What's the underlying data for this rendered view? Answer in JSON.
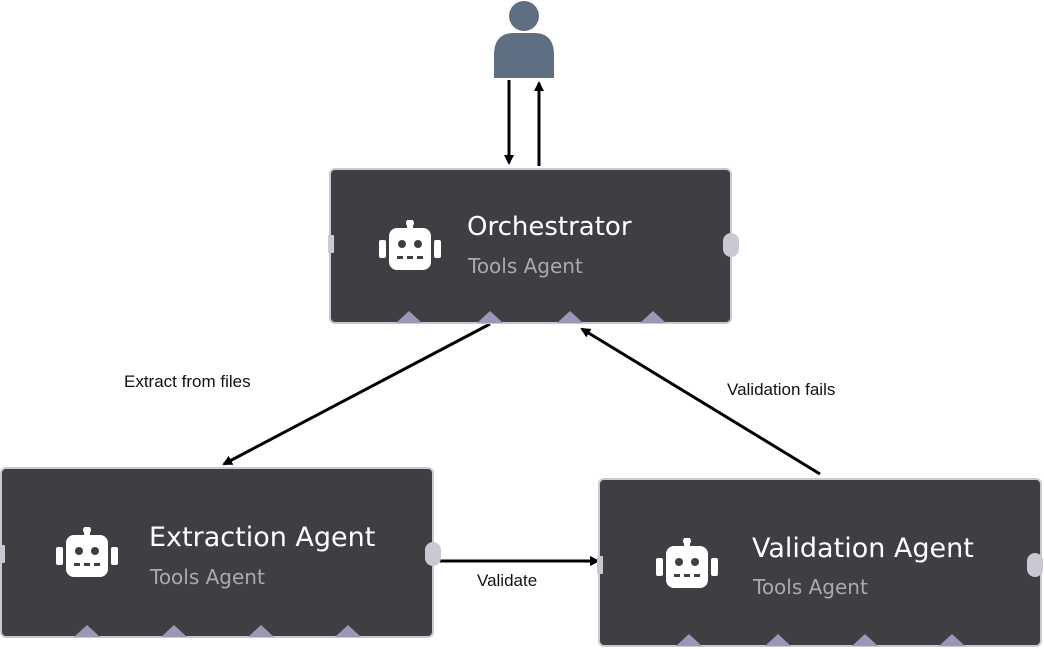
{
  "user": {
    "icon": "user-icon"
  },
  "nodes": {
    "orchestrator": {
      "title": "Orchestrator",
      "subtitle": "Tools Agent",
      "icon": "robot-icon"
    },
    "extraction": {
      "title": "Extraction Agent",
      "subtitle": "Tools Agent",
      "icon": "robot-icon"
    },
    "validation": {
      "title": "Validation Agent",
      "subtitle": "Tools Agent",
      "icon": "robot-icon"
    }
  },
  "edges": {
    "extract": "Extract from files",
    "validate": "Validate",
    "fails": "Validation fails"
  },
  "colors": {
    "node_bg": "#3f3f43",
    "node_border": "#c9c9d4",
    "port": "#9b97b6",
    "user": "#5f6f82"
  }
}
